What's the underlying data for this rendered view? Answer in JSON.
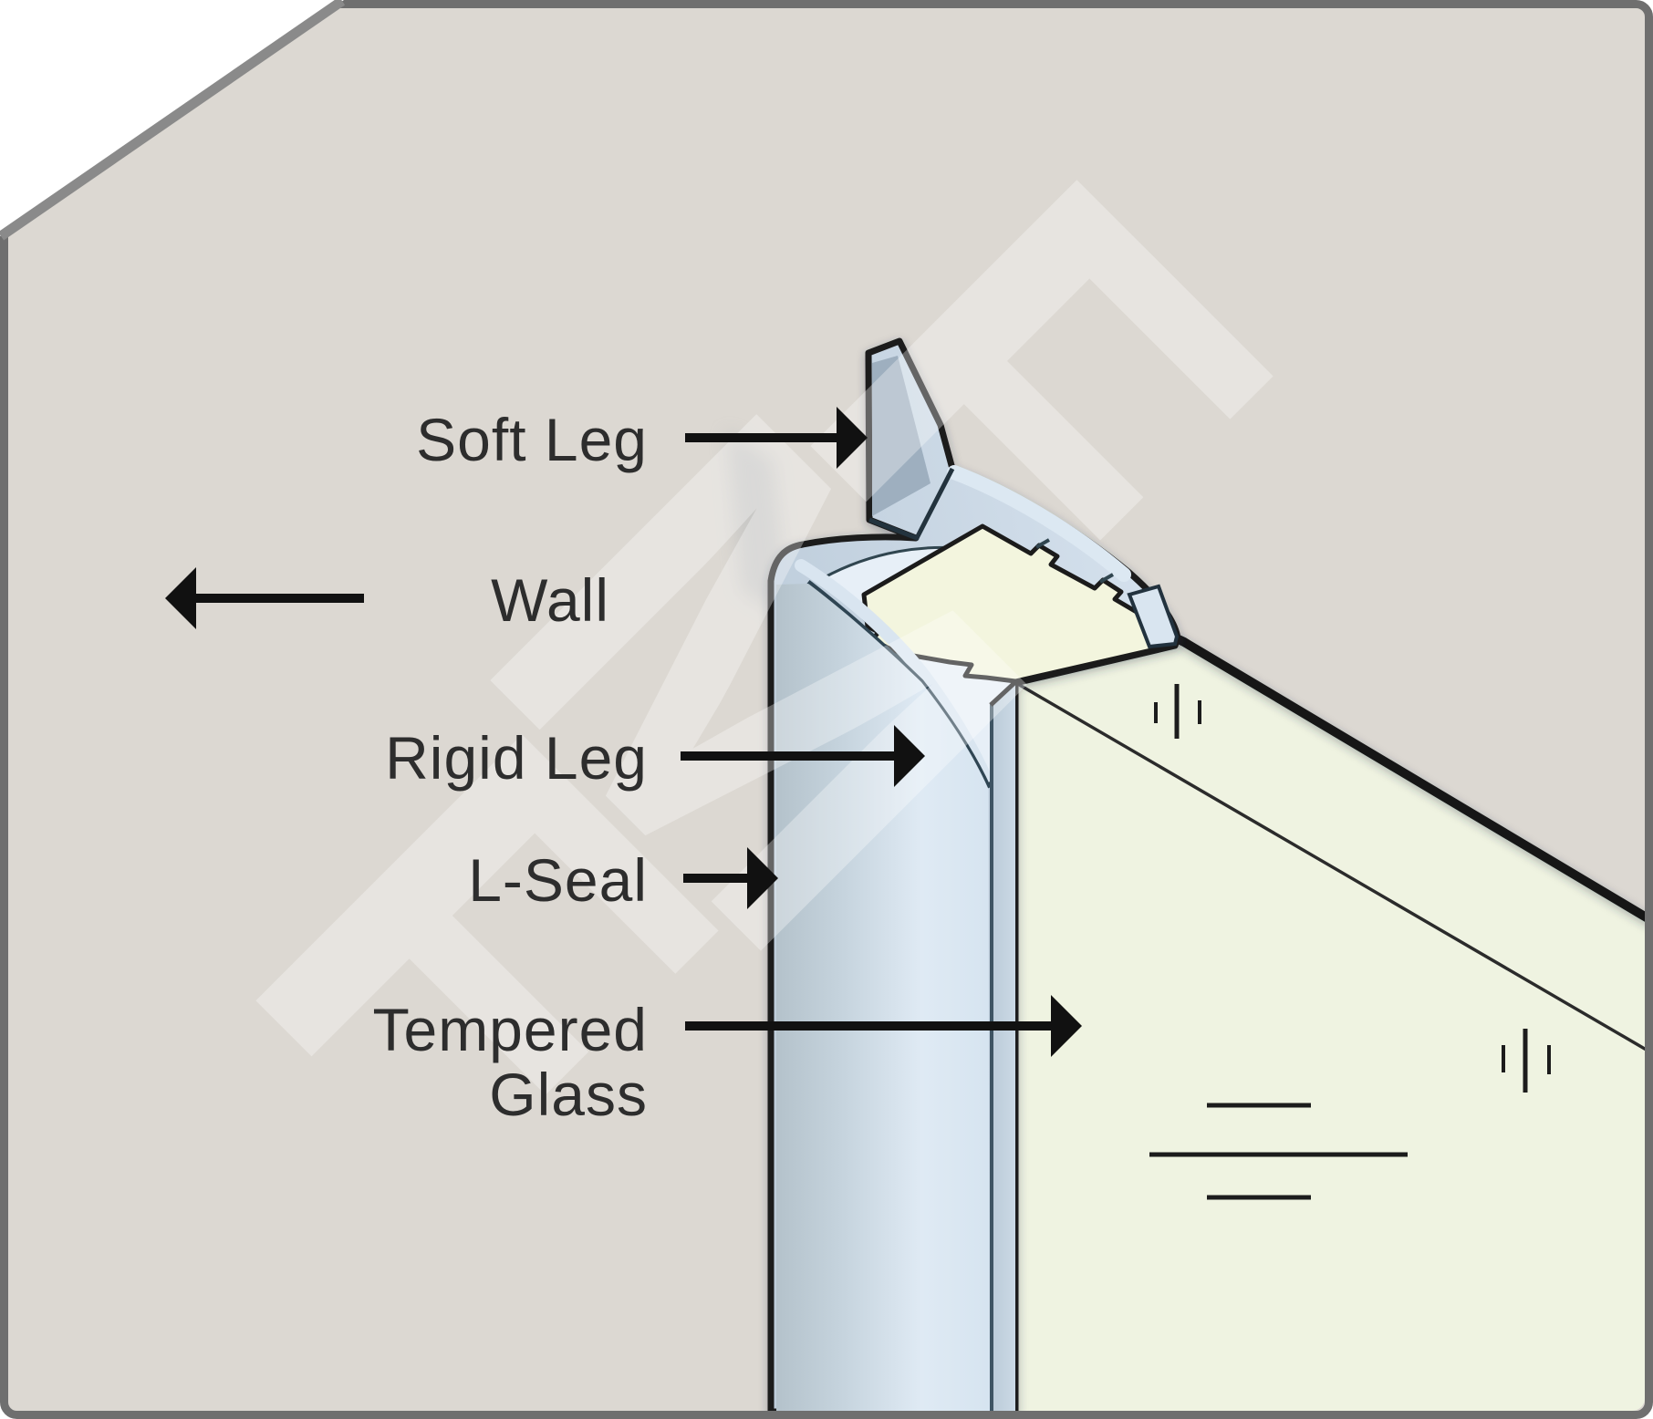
{
  "diagram_type": "seal-cross-section-illustration",
  "labels": {
    "soft_leg": "Soft Leg",
    "wall": "Wall",
    "rigid_leg": "Rigid Leg",
    "l_seal": "L-Seal",
    "tempered_line1": "Tempered",
    "tempered_line2": "Glass"
  },
  "callouts": [
    {
      "label": "Soft Leg",
      "arrow_direction": "right",
      "points_to": "soft flexible fin of seal"
    },
    {
      "label": "Wall",
      "arrow_direction": "left",
      "points_to": "wall surface"
    },
    {
      "label": "Rigid Leg",
      "arrow_direction": "right",
      "points_to": "rigid front leg of seal"
    },
    {
      "label": "L-Seal",
      "arrow_direction": "right",
      "points_to": "L-seal profile edge"
    },
    {
      "label": "Tempered Glass",
      "arrow_direction": "right",
      "points_to": "glass panel"
    }
  ],
  "watermark": {
    "text": "FMF",
    "letters": [
      "F",
      "M",
      "F"
    ]
  },
  "colors": {
    "wall": "#DCD8D2",
    "white_corner": "#FFFFFF",
    "border_gray": "#6F6F6F",
    "diagonal_gray": "#8A8A8A",
    "glass_front": "#EFF3E1",
    "glass_top_surface": "#F3F5DE",
    "seal_blue_base": "#C7D6E4",
    "seal_chamber_light": "#E7EFF7",
    "seal_shadow_face": "#9EAFBF",
    "outline_dark": "#1A1A1A",
    "label_text": "#2D2D2D"
  }
}
